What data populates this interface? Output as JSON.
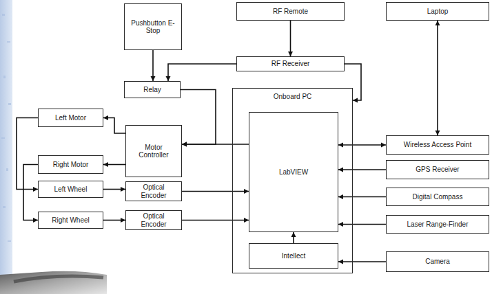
{
  "diagram": {
    "nodes": [
      {
        "text": [
          "Pushbutton E-Stop"
        ]
      },
      {
        "text": [
          "RF Remote"
        ]
      },
      {
        "text": [
          "Laptop"
        ]
      },
      {
        "text": [
          "RF Receiver"
        ]
      },
      {
        "text": [
          "Relay"
        ]
      },
      {
        "text": [
          "Onboard PC"
        ]
      },
      {
        "text": [
          "LabVIEW"
        ],
        "in": 5
      },
      {
        "text": [
          "Intellect"
        ],
        "in": 5
      },
      {
        "text": [
          "Left Motor"
        ]
      },
      {
        "text": [
          "Right Motor"
        ]
      },
      {
        "text": [
          "Motor Controller"
        ]
      },
      {
        "text": [
          "Left Wheel"
        ]
      },
      {
        "text": [
          "Right Wheel"
        ]
      },
      {
        "text": [
          "Optical Encoder"
        ]
      },
      {
        "text": [
          "Optical Encoder"
        ]
      },
      {
        "text": [
          "Wireless Access Point"
        ]
      },
      {
        "text": [
          "GPS Receiver"
        ]
      },
      {
        "text": [
          "Digital Compass"
        ]
      },
      {
        "text": [
          "Laser Range-Finder"
        ]
      },
      {
        "text": [
          "Camera"
        ]
      }
    ],
    "edges": [
      {
        "from": 0,
        "to": 4,
        "arrow": "to"
      },
      {
        "from": 1,
        "to": 3,
        "arrow": "to"
      },
      {
        "from": 3,
        "to": 4,
        "arrow": "to"
      },
      {
        "from": 3,
        "to": 5,
        "arrow": "to"
      },
      {
        "from": 4,
        "to": 10,
        "arrow": "to"
      },
      {
        "from": 6,
        "to": 10,
        "arrow": "to"
      },
      {
        "from": 2,
        "to": 15,
        "arrow": "both"
      },
      {
        "from": 15,
        "to": 6,
        "arrow": "both"
      },
      {
        "from": 16,
        "to": 6,
        "arrow": "to"
      },
      {
        "from": 17,
        "to": 6,
        "arrow": "to"
      },
      {
        "from": 18,
        "to": 6,
        "arrow": "to"
      },
      {
        "from": 19,
        "to": 7,
        "arrow": "to"
      },
      {
        "from": 7,
        "to": 6,
        "arrow": "to"
      },
      {
        "from": 10,
        "to": 8,
        "arrow": "to"
      },
      {
        "from": 10,
        "to": 9,
        "arrow": "to"
      },
      {
        "from": 8,
        "to": 11,
        "arrow": "to"
      },
      {
        "from": 9,
        "to": 12,
        "arrow": "to"
      },
      {
        "from": 11,
        "to": 13,
        "arrow": "to"
      },
      {
        "from": 12,
        "to": 14,
        "arrow": "to"
      },
      {
        "from": 13,
        "to": 6,
        "arrow": "to"
      },
      {
        "from": 14,
        "to": 6,
        "arrow": "to"
      }
    ]
  }
}
